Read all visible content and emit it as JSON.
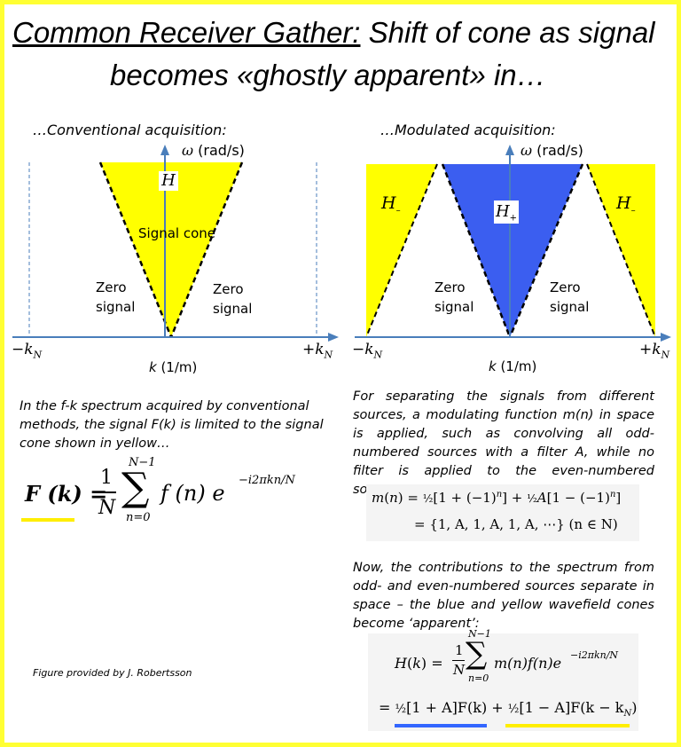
{
  "title": {
    "part_underlined": "Common Receiver Gather:",
    "part_rest": " Shift of cone as signal",
    "line2": "becomes «ghostly apparent» in…"
  },
  "left_panel": {
    "heading": "…Conventional acquisition:",
    "omega_label": "ω (rad/s)",
    "H_label": "H",
    "cone_label": "Signal cone",
    "zero_left_1": "Zero",
    "zero_left_2": "signal",
    "zero_right_1": "Zero",
    "zero_right_2": "signal",
    "kn_minus": "−k",
    "kn_plus": "+k",
    "kn_sub": "N",
    "k_axis": "k (1/m)",
    "description": "In the f-k spectrum acquired by conventional methods, the signal F(k) is limited to the signal cone shown in yellow…",
    "eq": {
      "lhs": "F (k) =",
      "frac_num": "1",
      "frac_den": "N",
      "sum_top": "N−1",
      "sum_bottom": "n=0",
      "rhs": "f (n) e",
      "exp": "−i2πkn/N"
    },
    "credit": "Figure provided by J. Robertsson"
  },
  "right_panel": {
    "heading": "…Modulated acquisition:",
    "omega_label": "ω (rad/s)",
    "H_minus": "H",
    "H_plus": "H",
    "sub_minus": "–",
    "sub_plus": "+",
    "zero_left_1": "Zero",
    "zero_left_2": "signal",
    "zero_right_1": "Zero",
    "zero_right_2": "signal",
    "kn_minus": "−k",
    "kn_plus": "+k",
    "kn_sub": "N",
    "k_axis": "k (1/m)",
    "description1": "For separating the signals from different sources, a modulating function m(n) in space is applied, such as convolving all odd-numbered sources with a filter A, while no filter is applied to the even-numbered sources:",
    "eq1_line1": "m(n) = ½[1 + (−1)ⁿ] + ½A[1 − (−1)ⁿ]",
    "eq1_line2": "= {1, A, 1, A, 1, A, ⋯} (n ∈ N)",
    "description2": "Now, the contributions to the spectrum from odd- and even-numbered sources separate in space – the blue and yellow wavefield cones become ‘apparent’:",
    "eq2_line1_lhs": "H(k) =",
    "eq2_line1_rhs": "m(n)f(n)e",
    "eq2_exp": "−i2πkn/N",
    "eq2_sum_top": "N−1",
    "eq2_sum_bottom": "n=0",
    "eq2_line2_a": "[1 + A]F(k) +",
    "eq2_line2_b": "[1 − A]F(k − k",
    "eq2_line2_end": ")"
  },
  "colors": {
    "border": "#ffff33",
    "yellow_fill": "#ffff00",
    "blue_fill": "#3b5ef0",
    "axis": "#4a7ebb",
    "underline_blue": "#3366ff",
    "underline_yellow": "#ffee00"
  }
}
